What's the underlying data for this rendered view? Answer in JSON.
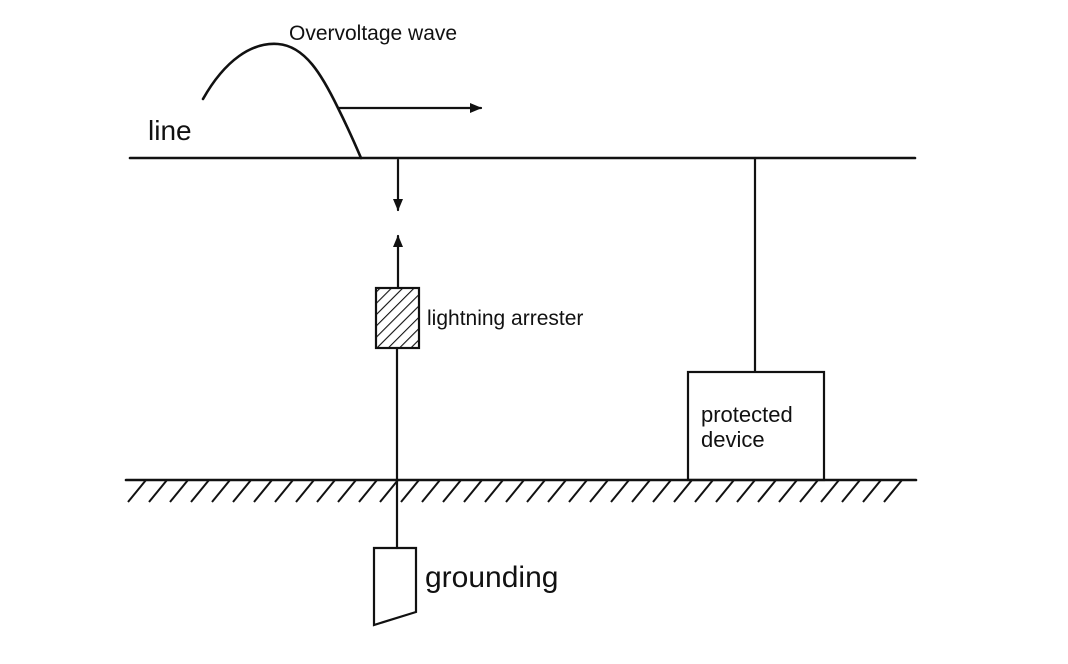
{
  "labels": {
    "overvoltage_wave": "Overvoltage wave",
    "line": "line",
    "lightning_arrester": "lightning arrester",
    "protected_device_line1": "protected",
    "protected_device_line2": "device",
    "grounding": "grounding"
  },
  "colors": {
    "ink": "#111111",
    "background": "#ffffff"
  }
}
